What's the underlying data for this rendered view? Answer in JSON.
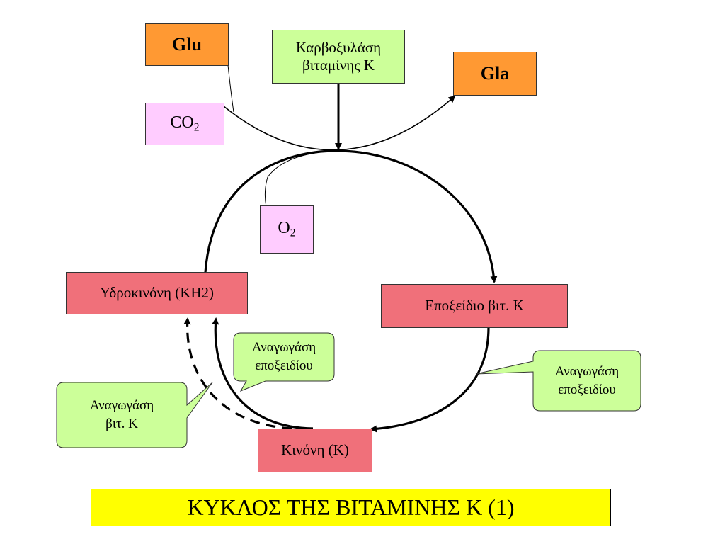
{
  "nodes": {
    "glu": "Glu",
    "gla": "Gla",
    "carboxylase_line1": "Καρβοξυλάση",
    "carboxylase_line2": "βιταμίνης Κ",
    "co2_base": "CO",
    "co2_sub": "2",
    "o2_base": "O",
    "o2_sub": "2",
    "hydroquinone": "Υδροκινόνη (ΚΗ2)",
    "epoxide": "Εποξείδιο βιτ. Κ",
    "quinone": "Κινόνη (Κ)"
  },
  "callouts": {
    "epoxide_reduction_center_line1": "Αναγωγάση",
    "epoxide_reduction_center_line2": "εποξειδίου",
    "epoxide_reduction_right_line1": "Αναγωγάση",
    "epoxide_reduction_right_line2": "εποξειδίου",
    "vitk_reduction_line1": "Αναγωγάση",
    "vitk_reduction_line2": "βιτ. Κ"
  },
  "title": "ΚΥΚΛΟΣ ΤΗΣ ΒΙΤΑΜΙΝΗΣ Κ (1)",
  "colors": {
    "orange": "#ff9933",
    "green": "#ccff99",
    "pink": "#ffccff",
    "red": "#f0707a",
    "yellow": "#ffff00"
  }
}
